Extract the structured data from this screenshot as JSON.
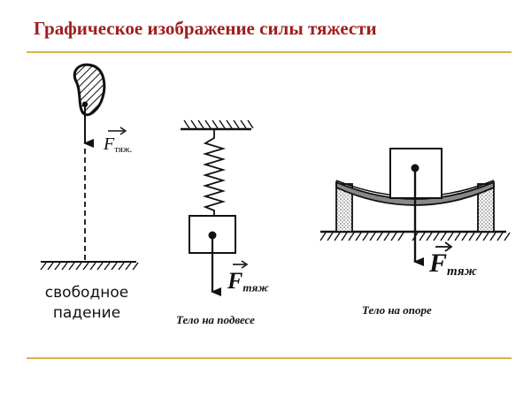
{
  "title": "Графическое изображение силы тяжести",
  "panels": {
    "free_fall": {
      "label_line1": "свободное",
      "label_line2": "падение",
      "force": "F",
      "force_sub": "тяж."
    },
    "hanging": {
      "caption": "Тело на подвесе",
      "force": "F",
      "force_sub": "тяж"
    },
    "support": {
      "caption": "Тело на опоре",
      "force": "F",
      "force_sub": "тяж"
    }
  },
  "colors": {
    "title": "#a01e1e",
    "rule": "#d8b24a",
    "ink": "#111111"
  }
}
